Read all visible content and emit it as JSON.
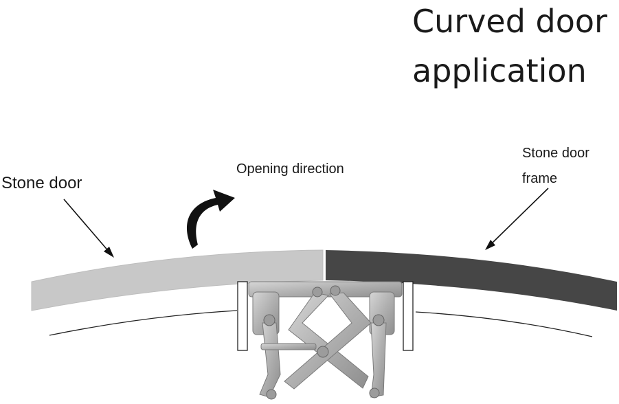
{
  "title": {
    "line1": "Curved door",
    "line2": "application"
  },
  "labels": {
    "stone_door": "Stone door",
    "opening_direction": "Opening direction",
    "frame_line1": "Stone door",
    "frame_line2": "frame"
  },
  "colors": {
    "door_panel": "#c8c8c8",
    "frame_panel": "#464646",
    "hinge_metal": "#b4b4b4",
    "arrow": "#111111",
    "text": "#1a1a1a"
  }
}
